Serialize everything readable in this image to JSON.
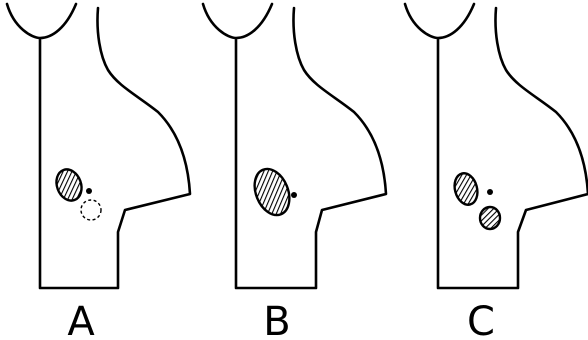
{
  "panels": [
    {
      "label": "A",
      "features": [
        "hatched-oval-mass",
        "small-dot",
        "dashed-circle"
      ]
    },
    {
      "label": "B",
      "features": [
        "large-hatched-oval-mass",
        "small-dot"
      ]
    },
    {
      "label": "C",
      "features": [
        "hatched-oval-mass",
        "small-dot",
        "small-hatched-mass"
      ]
    }
  ],
  "colors": {
    "ink": "#000000",
    "paper": "#ffffff"
  }
}
